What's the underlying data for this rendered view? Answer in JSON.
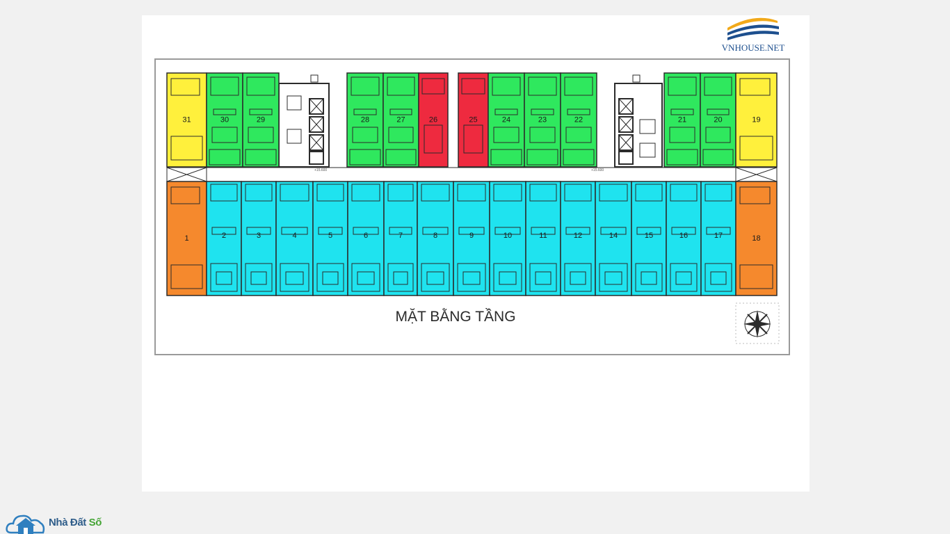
{
  "plan": {
    "title": "MẶT BẰNG TẦNG",
    "logo_text": "VNHOUSE.NET",
    "elevation_label_left": "+15.600",
    "elevation_label_right": "+15.600",
    "colors": {
      "yellow": "#fff03c",
      "green": "#2fe85e",
      "red": "#ee2a3f",
      "cyan": "#1fe3ef",
      "orange": "#f5892d",
      "line": "#2b2b2b",
      "frame": "#9a9a9a"
    },
    "units": [
      {
        "label": "31",
        "color": "yellow"
      },
      {
        "label": "30",
        "color": "green"
      },
      {
        "label": "29",
        "color": "green"
      },
      {
        "label": "28",
        "color": "green"
      },
      {
        "label": "27",
        "color": "green"
      },
      {
        "label": "26",
        "color": "red"
      },
      {
        "label": "25",
        "color": "red"
      },
      {
        "label": "24",
        "color": "green"
      },
      {
        "label": "23",
        "color": "green"
      },
      {
        "label": "22",
        "color": "green"
      },
      {
        "label": "21",
        "color": "green"
      },
      {
        "label": "20",
        "color": "green"
      },
      {
        "label": "19",
        "color": "yellow"
      },
      {
        "label": "1",
        "color": "orange"
      },
      {
        "label": "2",
        "color": "cyan"
      },
      {
        "label": "3",
        "color": "cyan"
      },
      {
        "label": "4",
        "color": "cyan"
      },
      {
        "label": "5",
        "color": "cyan"
      },
      {
        "label": "6",
        "color": "cyan"
      },
      {
        "label": "7",
        "color": "cyan"
      },
      {
        "label": "8",
        "color": "cyan"
      },
      {
        "label": "9",
        "color": "cyan"
      },
      {
        "label": "10",
        "color": "cyan"
      },
      {
        "label": "11",
        "color": "cyan"
      },
      {
        "label": "12",
        "color": "cyan"
      },
      {
        "label": "14",
        "color": "cyan"
      },
      {
        "label": "15",
        "color": "cyan"
      },
      {
        "label": "16",
        "color": "cyan"
      },
      {
        "label": "17",
        "color": "cyan"
      },
      {
        "label": "18",
        "color": "orange"
      }
    ]
  },
  "brand": {
    "name_main": "Nhà Đất",
    "name_sub": "Số"
  }
}
